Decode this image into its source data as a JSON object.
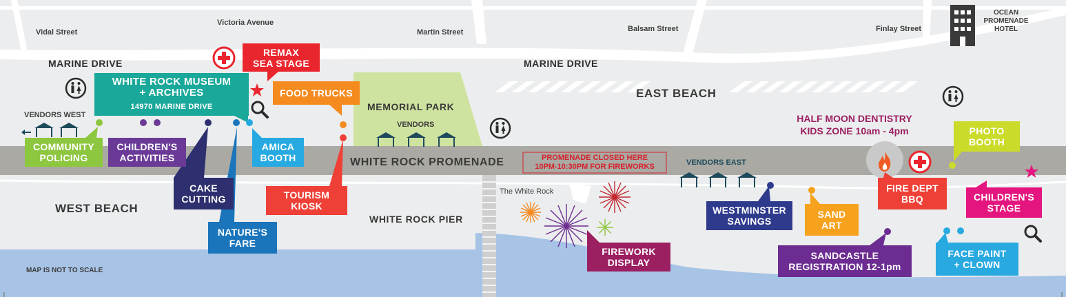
{
  "streets": {
    "vidal": "Vidal Street",
    "victoria": "Victoria Avenue",
    "martin": "Martin Street",
    "balsam": "Balsam Street",
    "finlay": "Finlay Street"
  },
  "hotel": {
    "line1": "OCEAN",
    "line2": "PROMENADE",
    "line3": "HOTEL"
  },
  "roads": {
    "marine_drive_west": "MARINE DRIVE",
    "marine_drive_east": "MARINE DRIVE"
  },
  "areas": {
    "east_beach": "EAST BEACH",
    "west_beach": "WEST BEACH",
    "memorial_park": "MEMORIAL PARK",
    "promenade": "WHITE ROCK PROMENADE",
    "pier": "WHITE ROCK PIER",
    "white_rock": "The White Rock"
  },
  "vendors": {
    "west": "VENDORS WEST",
    "park": "VENDORS",
    "east": "VENDORS EAST"
  },
  "promenade_notice": {
    "line1": "PROMENADE CLOSED HERE",
    "line2": "10PM-10:30PM FOR FIREWORKS"
  },
  "kids_zone": {
    "line1": "HALF MOON DENTISTRY",
    "line2": "KIDS ZONE 10am - 4pm"
  },
  "scale_note": "MAP IS NOT TO SCALE",
  "labels": {
    "museum": {
      "line1": "WHITE ROCK MUSEUM",
      "line2": "+ ARCHIVES",
      "line3": "14970 MARINE DRIVE"
    },
    "remax": {
      "line1": "REMAX",
      "line2": "SEA STAGE"
    },
    "food_trucks": {
      "line1": "FOOD TRUCKS"
    },
    "community_policing": {
      "line1": "COMMUNITY",
      "line2": "POLICING"
    },
    "childrens_activities": {
      "line1": "CHILDREN'S",
      "line2": "ACTIVITIES"
    },
    "amica": {
      "line1": "AMICA",
      "line2": "BOOTH"
    },
    "cake": {
      "line1": "CAKE",
      "line2": "CUTTING"
    },
    "natures_fare": {
      "line1": "NATURE'S",
      "line2": "FARE"
    },
    "tourism": {
      "line1": "TOURISM",
      "line2": "KIOSK"
    },
    "firework": {
      "line1": "FIREWORK",
      "line2": "DISPLAY"
    },
    "westminster": {
      "line1": "WESTMINSTER",
      "line2": "SAVINGS"
    },
    "sand_art": {
      "line1": "SAND",
      "line2": "ART"
    },
    "sandcastle": {
      "line1": "SANDCASTLE",
      "line2": "REGISTRATION 12-1pm"
    },
    "fire_dept": {
      "line1": "FIRE DEPT",
      "line2": "BBQ"
    },
    "photo_booth": {
      "line1": "PHOTO",
      "line2": "BOOTH"
    },
    "childrens_stage": {
      "line1": "CHILDREN'S",
      "line2": "STAGE"
    },
    "face_paint": {
      "line1": "FACE PAINT",
      "line2": "+ CLOWN"
    }
  },
  "colors": {
    "teal": "#1aa89a",
    "red": "#e9262e",
    "orange": "#f58a1f",
    "green": "#8dc63f",
    "purple": "#6b3a97",
    "navy": "#2d2f6e",
    "blue": "#1b75bb",
    "sky": "#27a9e1",
    "coral": "#ee4036",
    "maroon": "#9c1f62",
    "indigo": "#2e3a8c",
    "amber": "#f6a21d",
    "violet": "#6c2c91",
    "lime": "#cbdb2a",
    "pink": "#e5157f",
    "cyan": "#28a9e0",
    "water": "#a7c4e6",
    "promenade": "#aaa9a3",
    "park": "#cfe3a0",
    "tent": "#1e4a5c"
  },
  "icons": [
    "restroom-icon",
    "first-aid-icon",
    "star-icon",
    "magnifier-icon",
    "tent-icon",
    "hotel-building-icon",
    "flame-icon",
    "firework-icon",
    "arrow-left-icon"
  ]
}
